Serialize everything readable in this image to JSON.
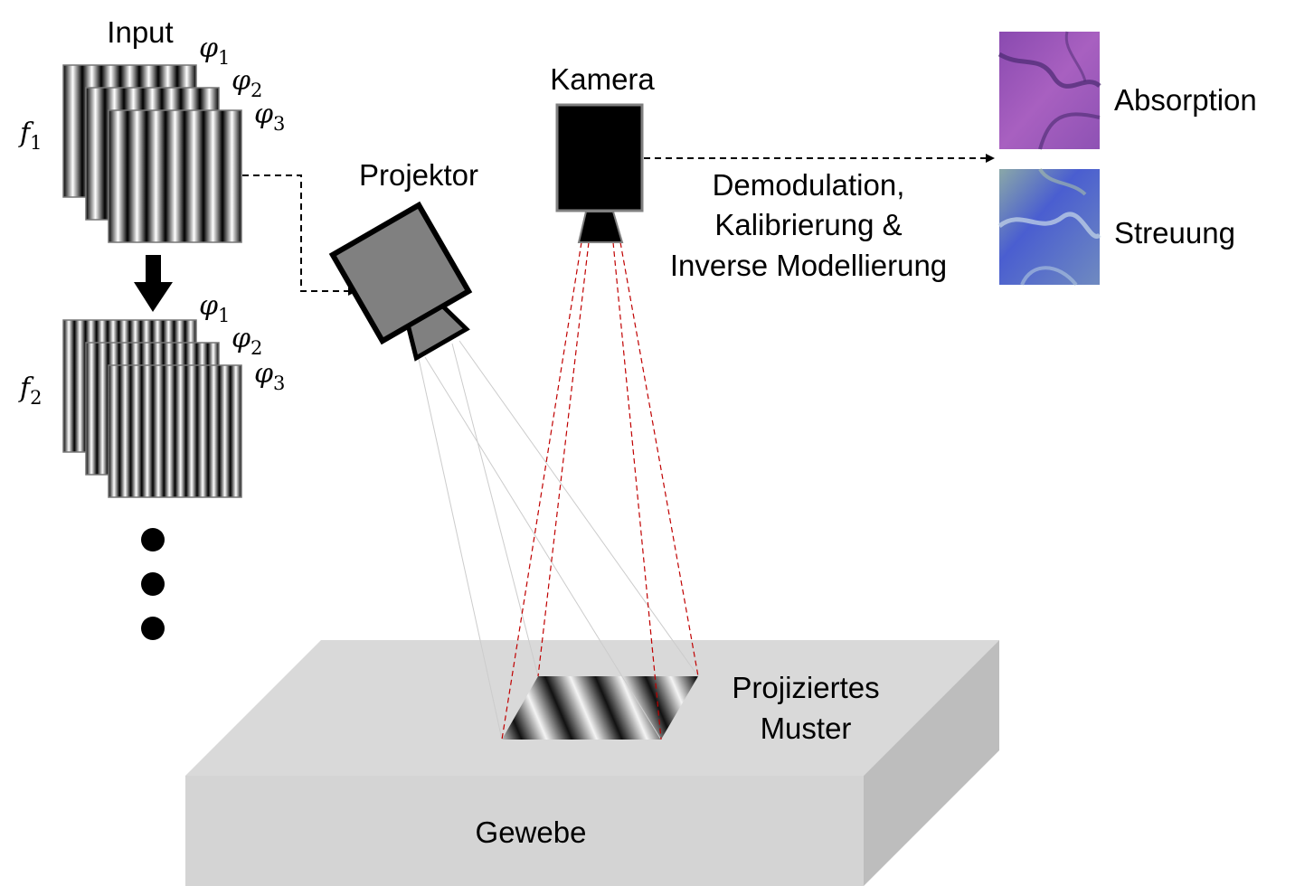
{
  "labels": {
    "input": "Input",
    "projector": "Projektor",
    "camera": "Kamera",
    "processing": [
      "Demodulation,",
      "Kalibrierung &",
      "Inverse Modellierung"
    ],
    "absorption": "Absorption",
    "scattering": "Streuung",
    "projected_pattern": [
      "Projiziertes",
      "Muster"
    ],
    "tissue": "Gewebe"
  },
  "stacks": [
    {
      "freq_symbol": "f",
      "freq_index": "1",
      "phases": [
        {
          "symbol": "φ",
          "index": "1"
        },
        {
          "symbol": "φ",
          "index": "2"
        },
        {
          "symbol": "φ",
          "index": "3"
        }
      ],
      "stripe_periods": 7
    },
    {
      "freq_symbol": "f",
      "freq_index": "2",
      "phases": [
        {
          "symbol": "φ",
          "index": "1"
        },
        {
          "symbol": "φ",
          "index": "2"
        },
        {
          "symbol": "φ",
          "index": "3"
        }
      ],
      "stripe_periods": 12
    }
  ],
  "continuation_dots": 3,
  "colors": {
    "projector_body": "#808080",
    "camera_body": "#000000",
    "tissue_top": "#d9d9d9",
    "tissue_front": "#d4d4d4",
    "tissue_side": "#bdbdbd",
    "camera_rays": "#c00000",
    "projector_rays": "#cccccc",
    "absorption_map": "#9a55b8",
    "scattering_map": "#5566c8"
  }
}
